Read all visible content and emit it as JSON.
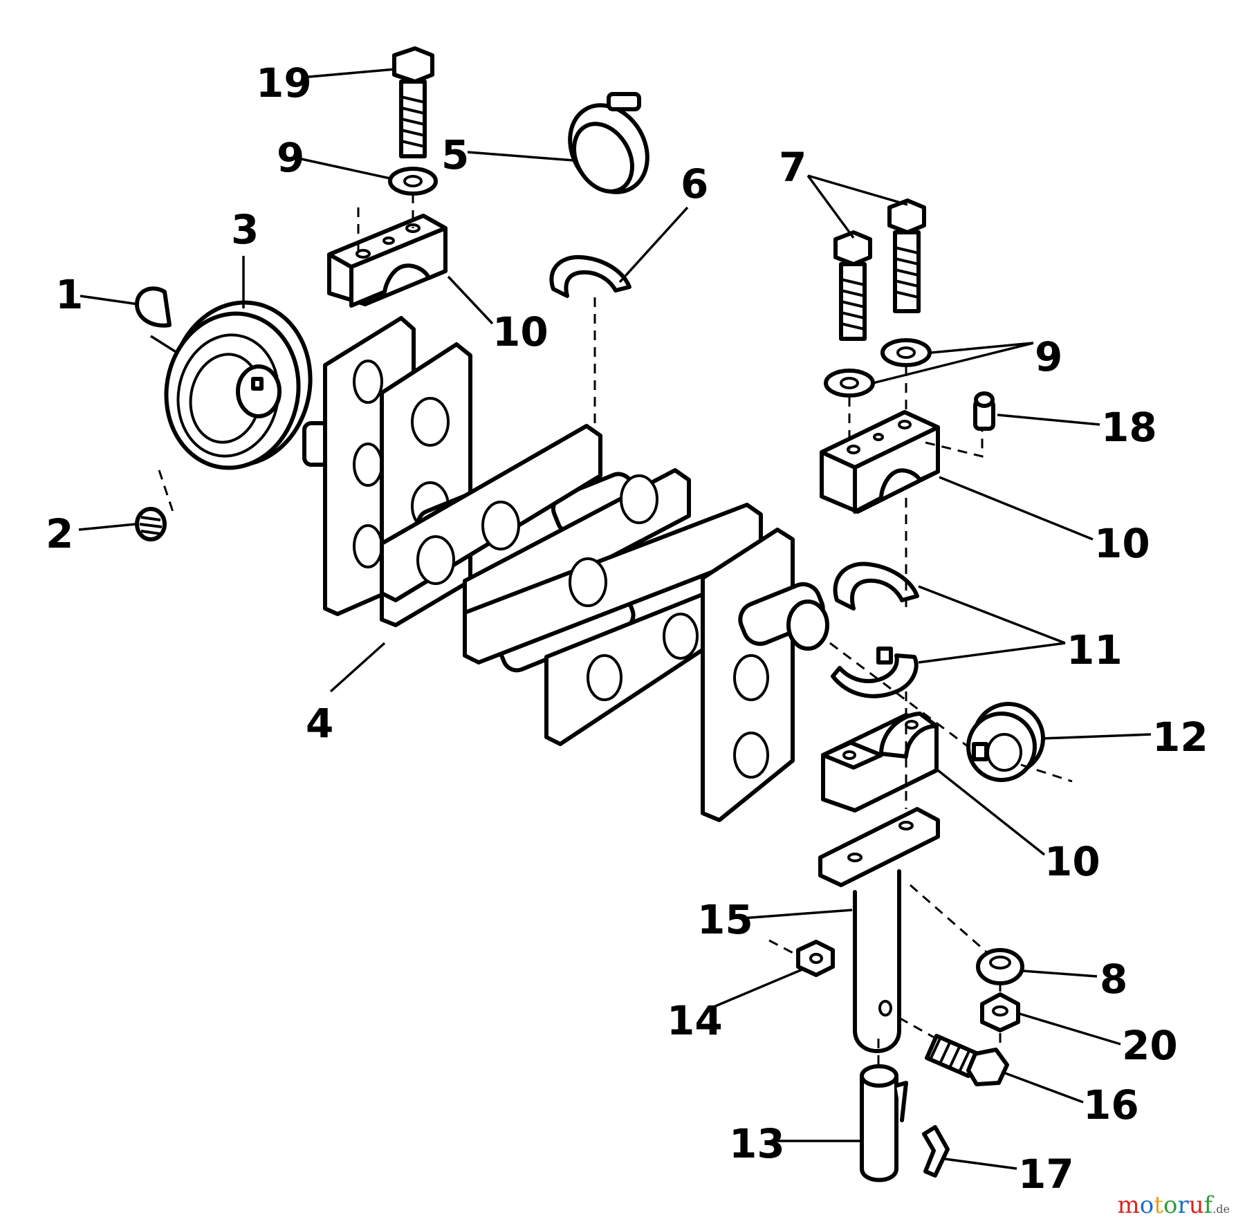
{
  "labels": {
    "l1": "1",
    "l2": "2",
    "l3": "3",
    "l4": "4",
    "l5": "5",
    "l6": "6",
    "l7": "7",
    "l8": "8",
    "l9a": "9",
    "l9b": "9",
    "l10a": "10",
    "l10b": "10",
    "l10c": "10",
    "l11": "11",
    "l12": "12",
    "l13": "13",
    "l14": "14",
    "l15": "15",
    "l16": "16",
    "l17": "17",
    "l18": "18",
    "l19": "19",
    "l20": "20"
  },
  "watermark": {
    "m1": "m",
    "o1": "o",
    "t": "t",
    "o2": "o",
    "r": "r",
    "u": "u",
    "f": "f",
    "tld": ".de"
  },
  "colors": {
    "m1": "#d9261c",
    "o1": "#1a6fc4",
    "t": "#e8a21b",
    "o2": "#2e9a3a",
    "r": "#1a6fc4",
    "u": "#d9261c",
    "f": "#2e9a3a"
  }
}
